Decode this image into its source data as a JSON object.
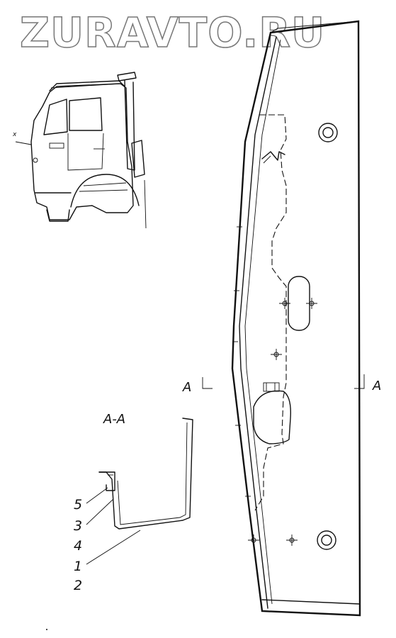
{
  "watermark": "ZURAVTO.RU",
  "cab_view": {
    "callout": "x"
  },
  "section": {
    "title": "A-A",
    "cut_left": "A",
    "cut_right": "A"
  },
  "callouts": [
    "5",
    "3",
    "4",
    "1",
    "2"
  ]
}
